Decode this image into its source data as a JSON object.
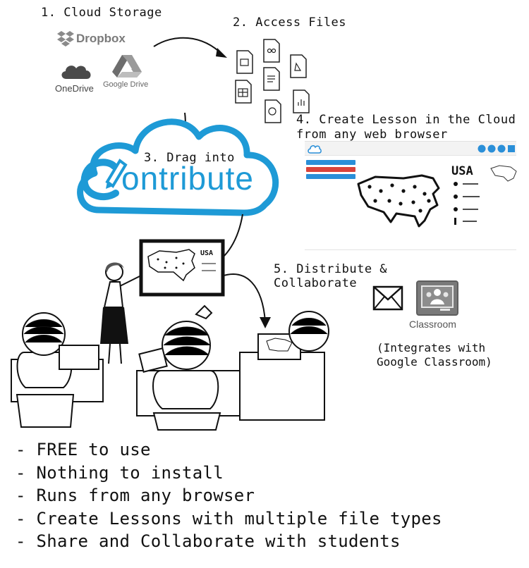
{
  "steps": {
    "cloud_storage": "1. Cloud Storage",
    "access_files": "2. Access Files",
    "drag_into": "3. Drag into",
    "create_lesson_line1": "4. Create Lesson in the Cloud",
    "create_lesson_line2": "from any web browser",
    "distribute_line1": "5. Distribute &",
    "distribute_line2": "Collaborate"
  },
  "providers": {
    "dropbox": "Dropbox",
    "onedrive": "OneDrive",
    "google_drive": "Google Drive"
  },
  "brand": {
    "name_rest": "ontribute",
    "color": "#1e9ad6"
  },
  "lesson_map_label": "USA",
  "classroom": {
    "label": "Classroom",
    "note_line1": "(Integrates with",
    "note_line2": "Google Classroom)"
  },
  "bullets": [
    "- FREE to use",
    "- Nothing to install",
    "- Runs from any browser",
    "- Create Lessons with multiple file types",
    "- Share and Collaborate with students"
  ],
  "icons": {
    "dropbox": "dropbox-logo-icon",
    "onedrive": "onedrive-cloud-icon",
    "google_drive": "google-drive-triangle-icon",
    "mail": "envelope-icon",
    "classroom": "google-classroom-icon"
  },
  "colors": {
    "cloud_outline": "#1e9ad6",
    "lesson_row_blue": "#2a8fd8",
    "lesson_row_red": "#d9433b",
    "classroom_tile": "#7a7a7a"
  }
}
